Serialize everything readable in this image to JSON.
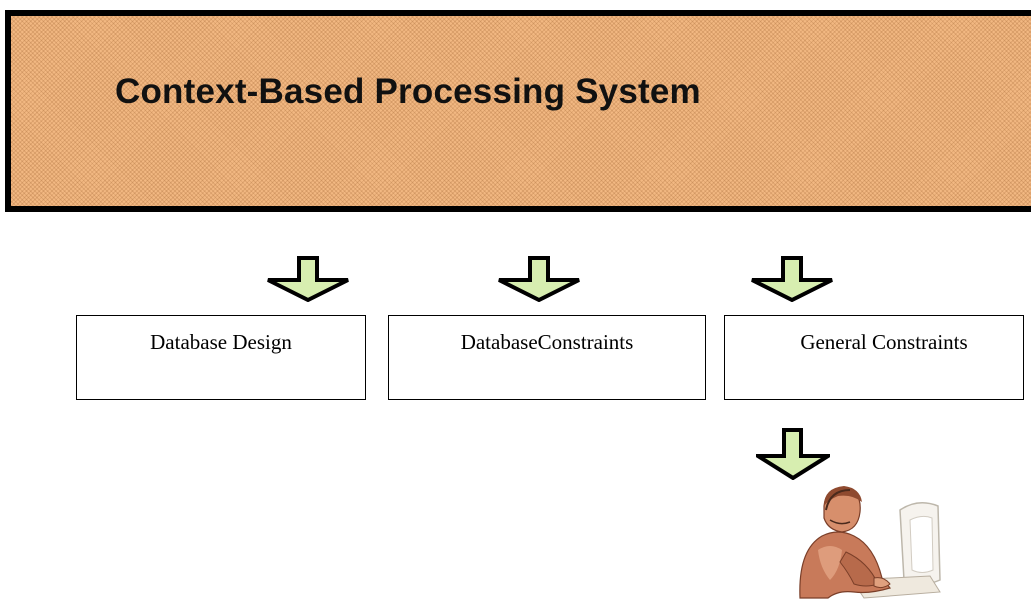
{
  "banner": {
    "title": "Context-Based Processing System"
  },
  "boxes": [
    {
      "label": "Database Design"
    },
    {
      "label": "DatabaseConstraints"
    },
    {
      "label": "General Constraints"
    }
  ],
  "icons": {
    "arrow": "down-arrow-icon",
    "person": "person-at-computer-icon"
  },
  "colors": {
    "banner_fill": "#f2b882",
    "arrow_fill": "#d7eeb0",
    "border": "#000000"
  }
}
